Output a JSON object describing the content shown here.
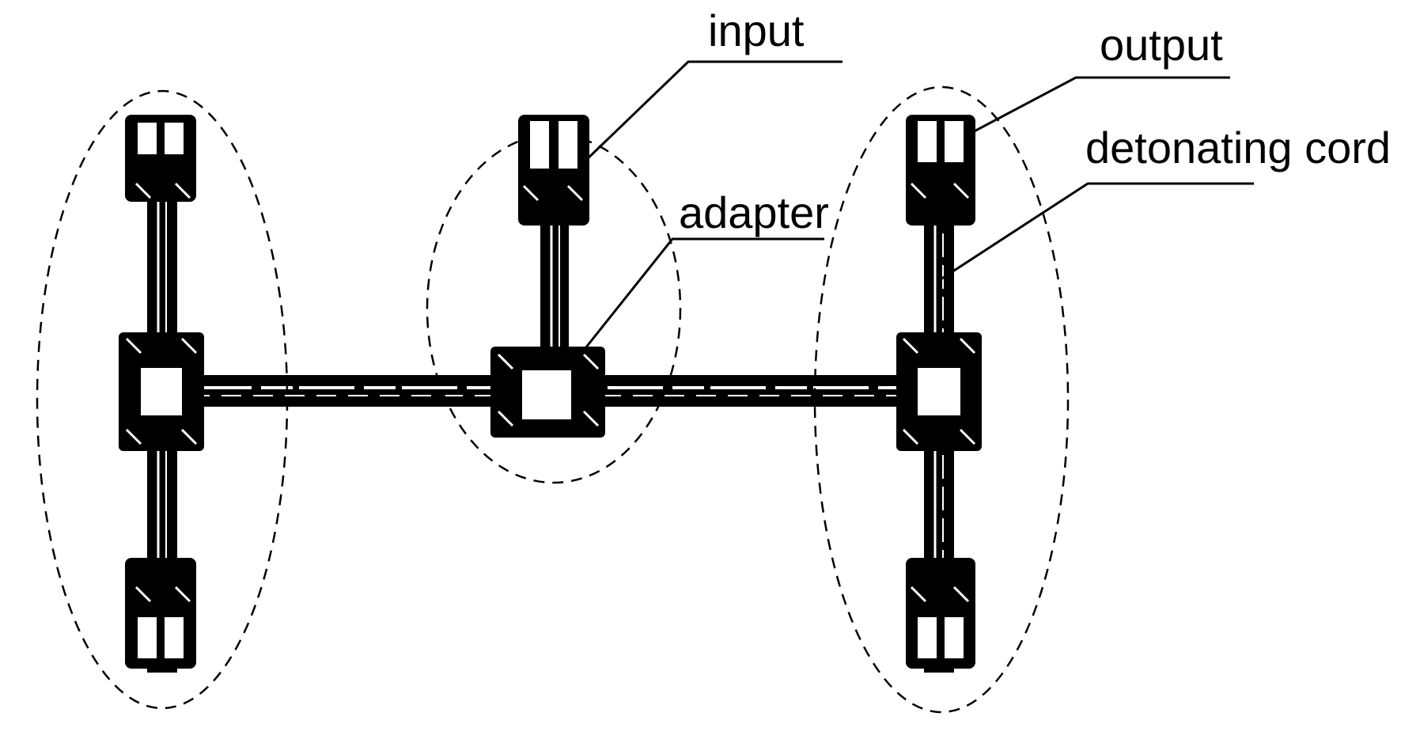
{
  "labels": {
    "input": "input",
    "adapter": "adapter",
    "output": "output",
    "detonating_cord": "detonating cord"
  },
  "colors": {
    "ink": "#000000",
    "background": "#ffffff"
  }
}
